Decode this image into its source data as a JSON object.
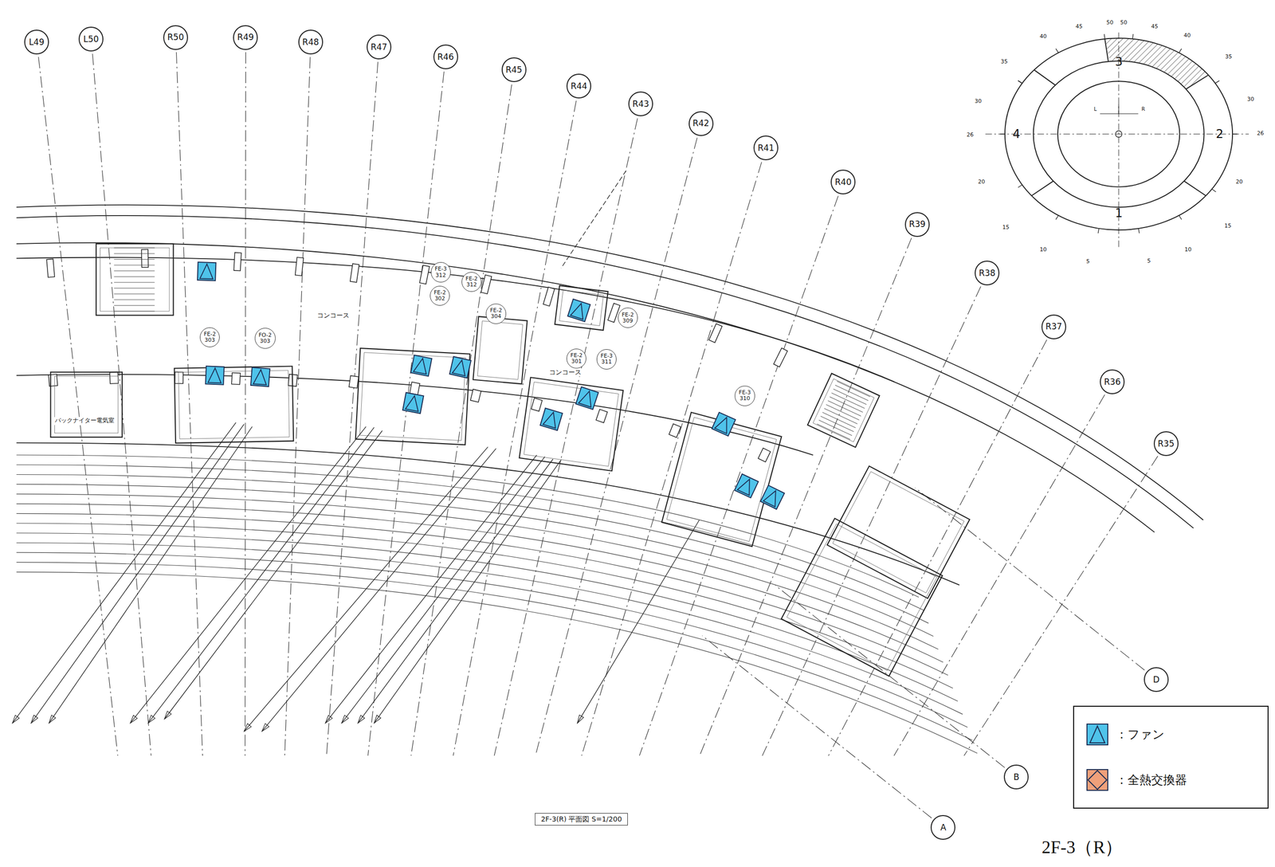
{
  "diagram": {
    "caption": "2F-3（R）",
    "nodes": [
      {
        "text": [
          "L49"
        ]
      },
      {
        "text": [
          "L50"
        ]
      },
      {
        "text": [
          "R50"
        ]
      },
      {
        "text": [
          "R49"
        ]
      },
      {
        "text": [
          "R48"
        ]
      },
      {
        "text": [
          "R47"
        ]
      },
      {
        "text": [
          "R46"
        ]
      },
      {
        "text": [
          "R45"
        ]
      },
      {
        "text": [
          "R44"
        ]
      },
      {
        "text": [
          "R43"
        ]
      },
      {
        "text": [
          "R42"
        ]
      },
      {
        "text": [
          "R41"
        ]
      },
      {
        "text": [
          "R40"
        ]
      },
      {
        "text": [
          "R39"
        ]
      },
      {
        "text": [
          "R38"
        ]
      },
      {
        "text": [
          "R37"
        ]
      },
      {
        "text": [
          "R36"
        ]
      },
      {
        "text": [
          "R35"
        ]
      },
      {
        "text": [
          "D"
        ]
      },
      {
        "text": [
          "B"
        ]
      },
      {
        "text": [
          "A"
        ]
      },
      {
        "text": [
          "2F-3(R) 平面図 S=1/200"
        ]
      },
      {
        "text": [
          "FE-2",
          "304"
        ]
      },
      {
        "text": [
          "FE-2",
          "303"
        ]
      },
      {
        "text": [
          "FO-2",
          "303"
        ]
      },
      {
        "text": [
          "FE-3",
          "312"
        ]
      },
      {
        "text": [
          "FE-2",
          "302"
        ]
      },
      {
        "text": [
          "FE-2",
          "312"
        ]
      },
      {
        "text": [
          "FE-2",
          "309"
        ]
      },
      {
        "text": [
          "FE-2",
          "301"
        ]
      },
      {
        "text": [
          "FE-3",
          "311"
        ]
      },
      {
        "text": [
          "FE-3",
          "310"
        ]
      }
    ],
    "labels": [
      "40",
      "45",
      "50",
      "50",
      "45",
      "40",
      "35",
      "35",
      "30",
      "30",
      "26",
      "26",
      "20",
      "20",
      "15",
      "15",
      "10",
      "10",
      "5",
      "5",
      "3",
      "2",
      "4",
      "1",
      "L",
      "R",
      "コンコース",
      "コンコース",
      "バックナイター電気室"
    ],
    "legend": [
      {
        "text": "：ファン",
        "color": "#4fc3ea"
      },
      {
        "text": "：全熱交換器",
        "color": "#f0a07a"
      }
    ]
  }
}
